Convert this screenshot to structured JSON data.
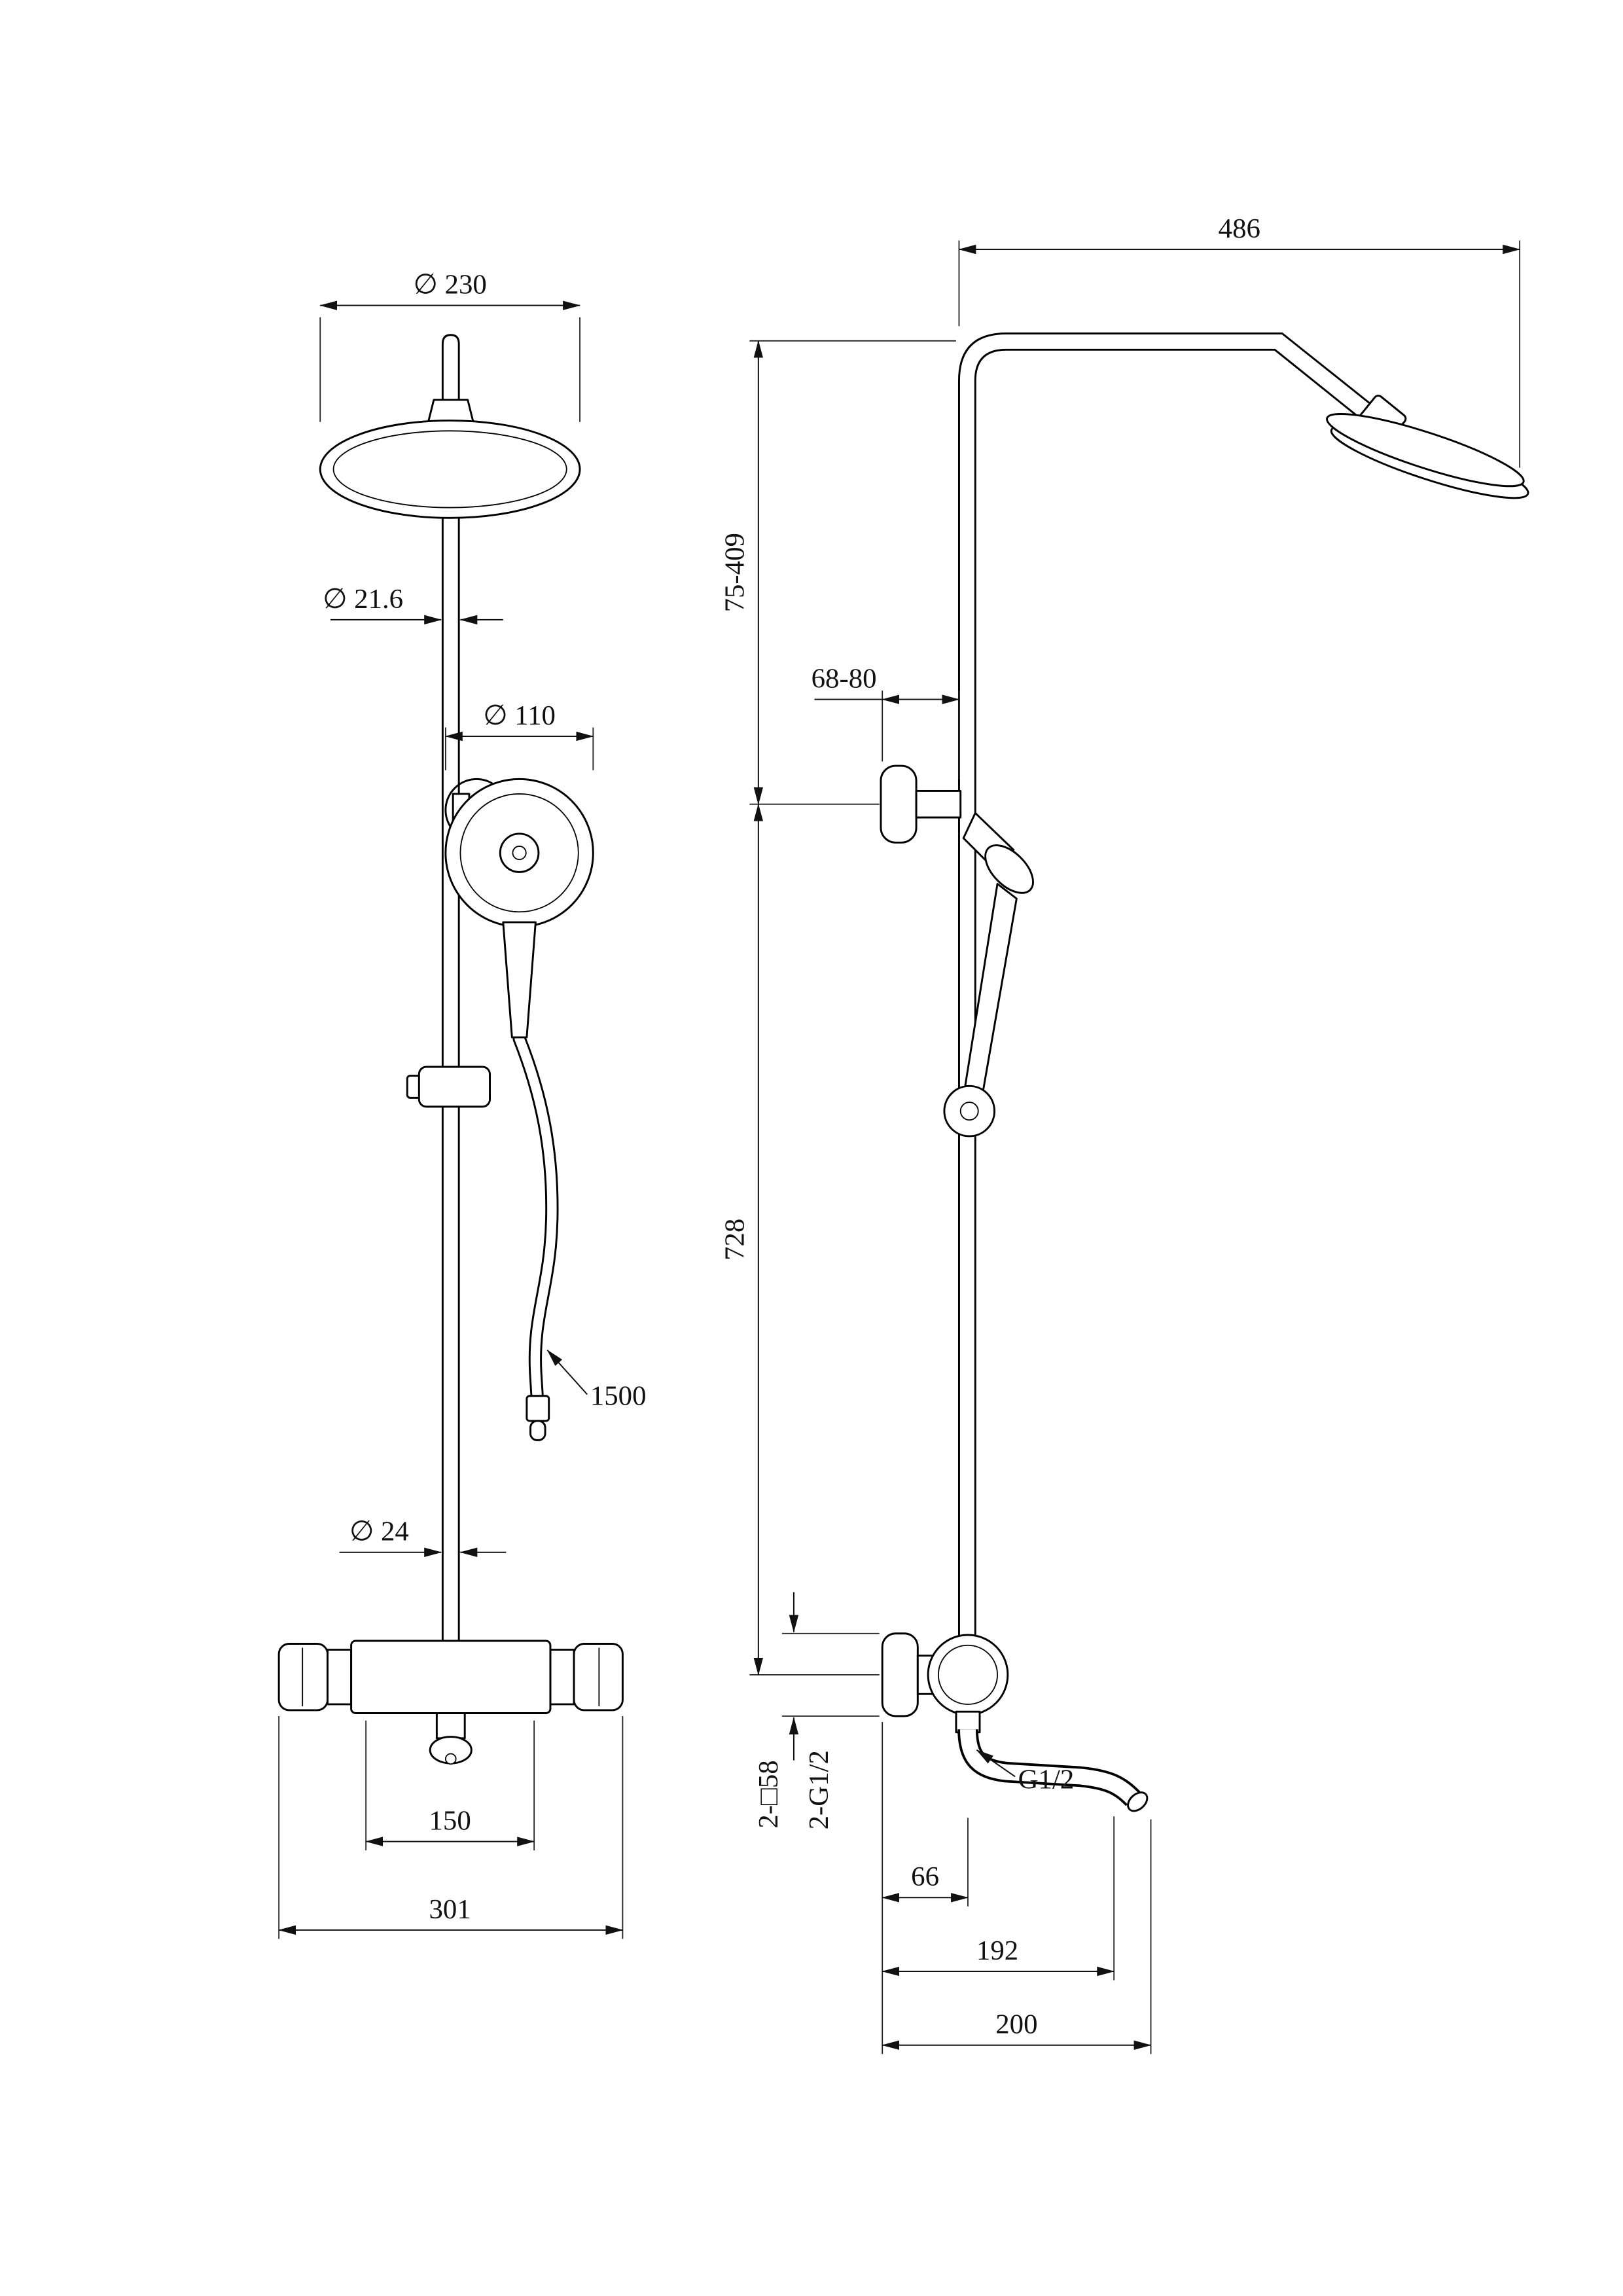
{
  "drawing": {
    "front": {
      "head_diameter": "∅ 230",
      "pipe_diameter": "∅ 21.6",
      "hand_shower_diameter": "∅ 110",
      "hose_length": "1500",
      "lower_pipe_diameter": "∅ 24",
      "inlet_spacing": "150",
      "valve_width": "301"
    },
    "side": {
      "arm_reach": "486",
      "upper_pipe_range": "75-409",
      "bracket_range": "68-80",
      "riser_height": "728",
      "flange_spec": "2-□58",
      "inlet_thread": "2-G1/2",
      "spout_thread": "G1/2",
      "wall_to_center": "66",
      "spout_reach": "192",
      "spout_total": "200"
    }
  }
}
